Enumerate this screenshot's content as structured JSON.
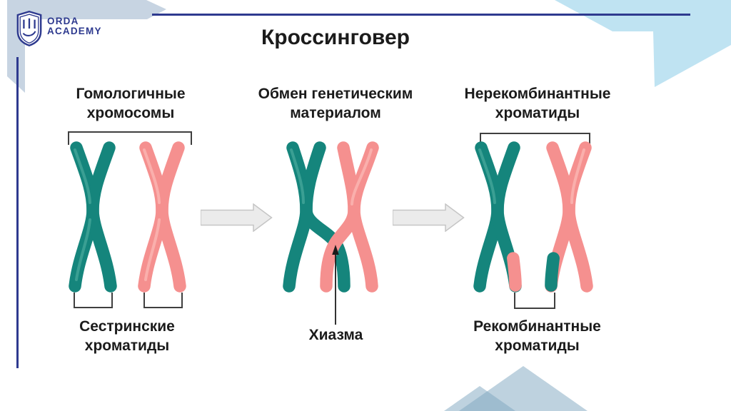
{
  "logo": {
    "name_line1": "ORDA",
    "name_line2": "ACADEMY"
  },
  "title": "Кроссинговер",
  "stages": {
    "left": {
      "heading_line1": "Гомологичные",
      "heading_line2": "хромосомы",
      "caption_line1": "Сестринские",
      "caption_line2": "хроматиды"
    },
    "middle": {
      "heading_line1": "Обмен генетическим",
      "heading_line2": "материалом",
      "caption": "Хиазма"
    },
    "right": {
      "heading_line1": "Нерекомбинантные",
      "heading_line2": "хроматиды",
      "caption_line1": "Рекомбинантные",
      "caption_line2": "хроматиды"
    }
  },
  "colors": {
    "teal": "#15857c",
    "tealhl": "#4fae9f",
    "pink": "#f5908f",
    "pinkhl": "#fcc0bc",
    "navy": "#2e3a8f",
    "lightblue": "#bfe3f2",
    "steel": "#c7d4e2",
    "arrowfill": "#ebebeb",
    "arrowline": "#c5c5c5",
    "tri": "#7ea6bf",
    "text": "#1b1b1b",
    "bracket": "#3f3f3f"
  }
}
